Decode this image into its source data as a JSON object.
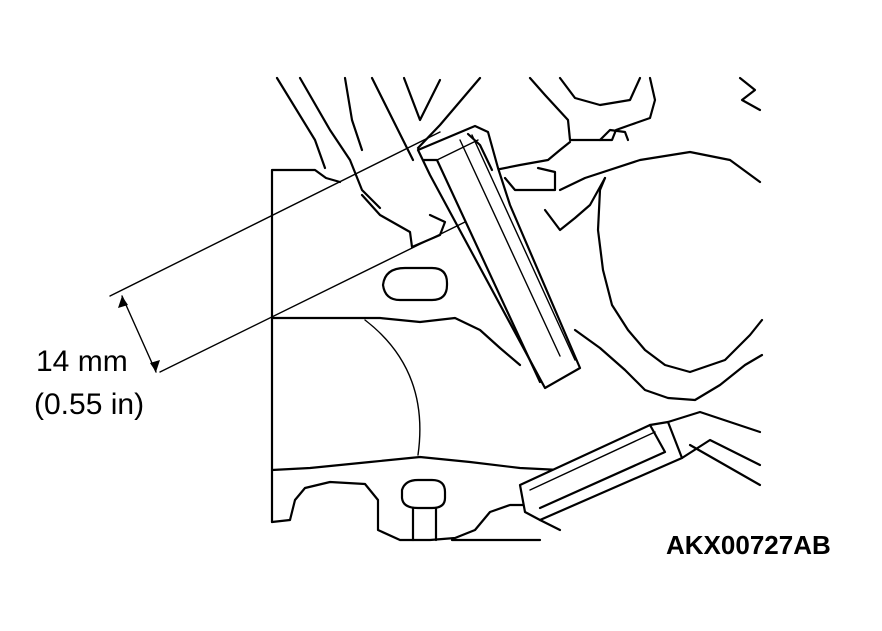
{
  "dimension": {
    "metric": "14 mm",
    "imperial": "(0.55 in)"
  },
  "figure_id": "AKX00727AB"
}
